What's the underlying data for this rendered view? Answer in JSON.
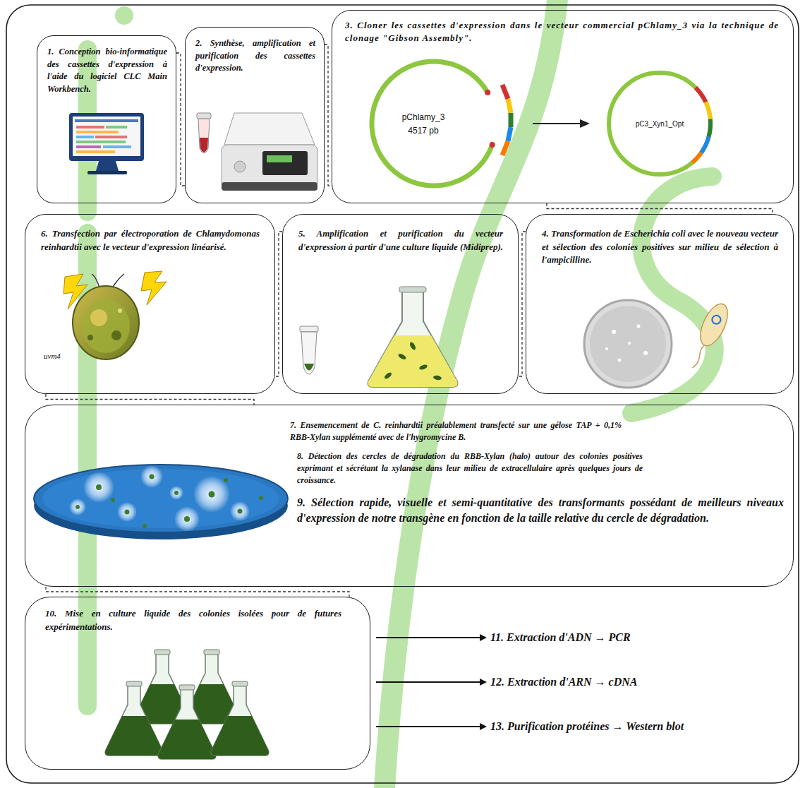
{
  "diagram": {
    "nodes": [
      {
        "text": [
          "1. Conception bio-informatique des cassettes d'expression à l'aide du logiciel CLC Main Workbench."
        ]
      },
      {
        "text": [
          "2. Synthèse, amplification et purification des cassettes d'expression."
        ]
      },
      {
        "text": [
          "3. Cloner les cassettes d'expression dans le vecteur commercial pChlamy_3 via la technique de clonage \"Gibson Assembly\"."
        ]
      },
      {
        "text": [
          "6. Transfection par électroporation de Chlamydomonas reinhardtii avec le vecteur d'expression linéarisé."
        ]
      },
      {
        "text": [
          "5. Amplification et purification du vecteur d'expression à partir d'une culture liquide (Midiprep)."
        ]
      },
      {
        "text": [
          "4. Transformation de Escherichia coli avec le nouveau vecteur et sélection des colonies positives sur milieu de sélection à l'ampicilline."
        ]
      },
      {
        "text": [
          "7. Ensemencement de C. reinhardtii préalablement transfecté sur une gélose TAP + 0,1% RBB-Xylan supplémenté avec de l'hygromycine B.",
          "8. Détection des cercles de dégradation du RBB-Xylan (halo) autour des colonies positives exprimant et sécrétant la xylanase dans leur milieu de extracellulaire après quelques jours de croissance.",
          "9. Sélection rapide, visuelle et semi-quantitative des transformants possédant de meilleurs niveaux d'expression de notre transgène en fonction de la taille relative du cercle de dégradation."
        ]
      },
      {
        "text": [
          "10. Mise en culture liquide des colonies isolées pour de futures expérimentations."
        ]
      }
    ],
    "edges": [
      {
        "from": 0,
        "to": 1,
        "arrow": "none"
      },
      {
        "from": 1,
        "to": 2,
        "arrow": "none"
      },
      {
        "from": 2,
        "to": 5,
        "arrow": "none"
      },
      {
        "from": 5,
        "to": 4,
        "arrow": "none"
      },
      {
        "from": 4,
        "to": 3,
        "arrow": "none"
      },
      {
        "from": 3,
        "to": 6,
        "arrow": "none"
      },
      {
        "from": 6,
        "to": 7,
        "arrow": "none"
      }
    ],
    "labels": [
      "pChlamy_3",
      "4517 pb",
      "pC3_Xyn1_Opt",
      "uvm4",
      "11. Extraction d'ADN → PCR",
      "12. Extraction d'ARN → cDNA",
      "13. Purification protéines → Western blot"
    ]
  }
}
